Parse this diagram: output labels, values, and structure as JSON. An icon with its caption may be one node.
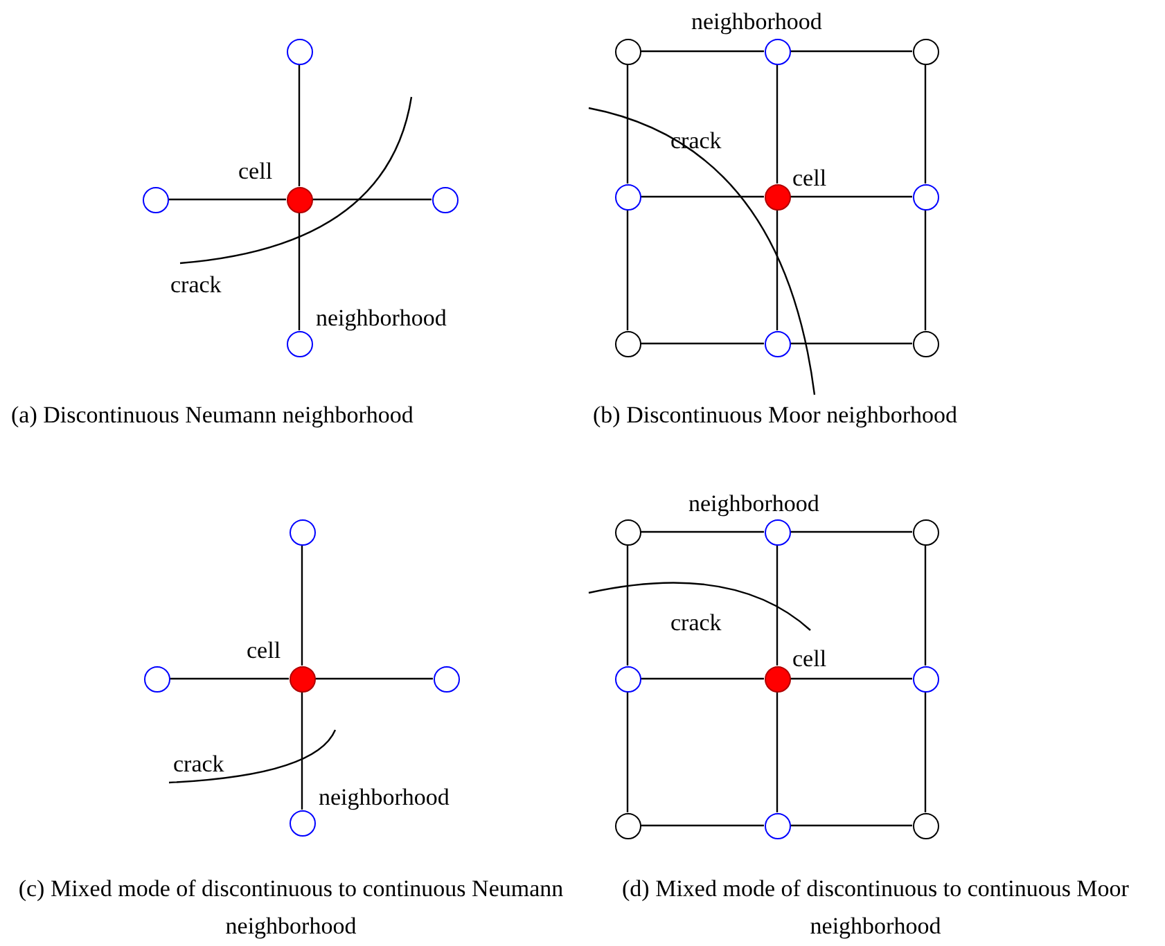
{
  "diagram": {
    "nodes": [
      {
        "text": [],
        "shape": "circle"
      },
      {
        "text": [],
        "shape": "circle"
      },
      {
        "text": [],
        "shape": "circle"
      },
      {
        "text": [],
        "shape": "circle"
      },
      {
        "text": [],
        "shape": "circle"
      },
      {
        "text": [],
        "shape": "circle"
      },
      {
        "text": [],
        "shape": "circle"
      },
      {
        "text": [],
        "shape": "circle"
      },
      {
        "text": [],
        "shape": "circle"
      },
      {
        "text": [],
        "shape": "circle"
      },
      {
        "text": [],
        "shape": "circle"
      },
      {
        "text": [],
        "shape": "circle"
      },
      {
        "text": [],
        "shape": "circle"
      },
      {
        "text": [],
        "shape": "circle"
      },
      {
        "text": [],
        "shape": "circle"
      },
      {
        "text": [],
        "shape": "circle"
      },
      {
        "text": [],
        "shape": "circle"
      },
      {
        "text": [],
        "shape": "circle"
      },
      {
        "text": [],
        "shape": "circle"
      },
      {
        "text": [],
        "shape": "circle"
      },
      {
        "text": [],
        "shape": "circle"
      },
      {
        "text": [],
        "shape": "circle"
      },
      {
        "text": [],
        "shape": "circle"
      },
      {
        "text": [],
        "shape": "circle"
      },
      {
        "text": [],
        "shape": "circle"
      },
      {
        "text": [],
        "shape": "circle"
      },
      {
        "text": [],
        "shape": "circle"
      },
      {
        "text": [],
        "shape": "circle"
      }
    ],
    "edges": [
      {
        "from": 0,
        "to": 2,
        "arrow": "none"
      },
      {
        "from": 1,
        "to": 2,
        "arrow": "none"
      },
      {
        "from": 2,
        "to": 3,
        "arrow": "none"
      },
      {
        "from": 2,
        "to": 4,
        "arrow": "none"
      },
      {
        "from": 5,
        "to": 6,
        "arrow": "none"
      },
      {
        "from": 6,
        "to": 7,
        "arrow": "none"
      },
      {
        "from": 8,
        "to": 9,
        "arrow": "none"
      },
      {
        "from": 9,
        "to": 10,
        "arrow": "none"
      },
      {
        "from": 11,
        "to": 12,
        "arrow": "none"
      },
      {
        "from": 12,
        "to": 13,
        "arrow": "none"
      },
      {
        "from": 5,
        "to": 8,
        "arrow": "none"
      },
      {
        "from": 8,
        "to": 11,
        "arrow": "none"
      },
      {
        "from": 6,
        "to": 9,
        "arrow": "none"
      },
      {
        "from": 9,
        "to": 12,
        "arrow": "none"
      },
      {
        "from": 7,
        "to": 10,
        "arrow": "none"
      },
      {
        "from": 10,
        "to": 13,
        "arrow": "none"
      },
      {
        "from": 14,
        "to": 16,
        "arrow": "none"
      },
      {
        "from": 15,
        "to": 16,
        "arrow": "none"
      },
      {
        "from": 16,
        "to": 17,
        "arrow": "none"
      },
      {
        "from": 16,
        "to": 18,
        "arrow": "none"
      },
      {
        "from": 19,
        "to": 20,
        "arrow": "none"
      },
      {
        "from": 20,
        "to": 21,
        "arrow": "none"
      },
      {
        "from": 22,
        "to": 23,
        "arrow": "none"
      },
      {
        "from": 23,
        "to": 24,
        "arrow": "none"
      },
      {
        "from": 25,
        "to": 26,
        "arrow": "none"
      },
      {
        "from": 26,
        "to": 27,
        "arrow": "none"
      },
      {
        "from": 19,
        "to": 22,
        "arrow": "none"
      },
      {
        "from": 22,
        "to": 25,
        "arrow": "none"
      },
      {
        "from": 20,
        "to": 23,
        "arrow": "none"
      },
      {
        "from": 23,
        "to": 26,
        "arrow": "none"
      },
      {
        "from": 21,
        "to": 24,
        "arrow": "none"
      },
      {
        "from": 24,
        "to": 27,
        "arrow": "none"
      }
    ],
    "labels": [
      "neighborhood",
      "crack",
      "cell",
      "cell",
      "crack",
      "neighborhood",
      "(a) Discontinuous Neumann neighborhood",
      "(b) Discontinuous Moor neighborhood",
      "neighborhood",
      "cell",
      "crack",
      "cell",
      "crack",
      "neighborhood",
      "(c) Mixed mode of discontinuous to continuous Neumann neighborhood",
      "(d) Mixed mode of discontinuous to continuous Moor neighborhood"
    ]
  }
}
